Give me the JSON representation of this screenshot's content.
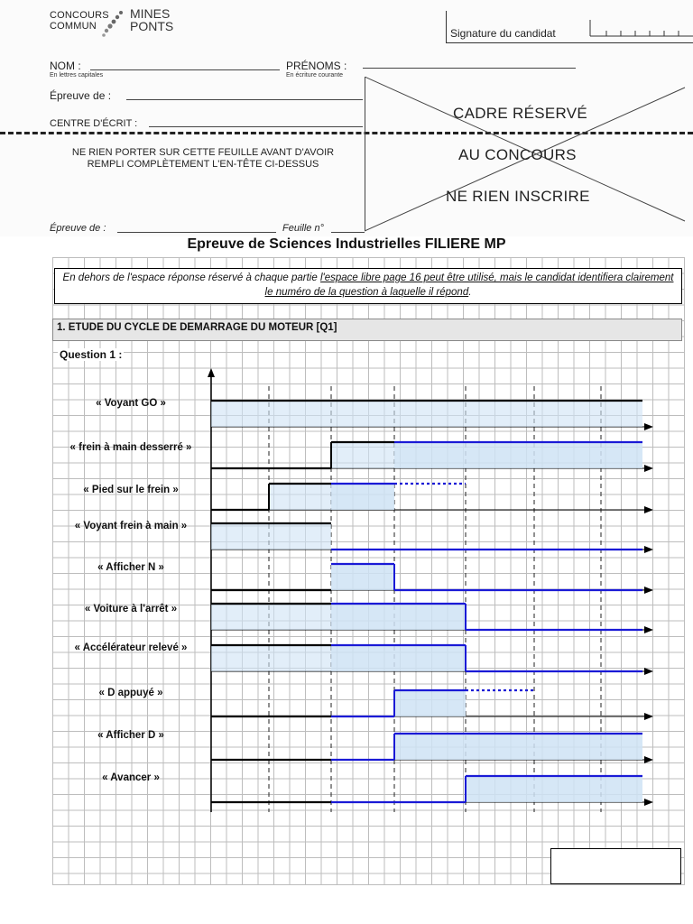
{
  "header": {
    "logo_line1": "CONCOURS",
    "logo_line2": "COMMUN",
    "logo_mines": "MINES",
    "logo_ponts": "PONTS",
    "signature_label": "Signature du candidat",
    "nom_label": "NOM :",
    "nom_sub": "En lettres capitales",
    "prenoms_label": "PRÉNOMS :",
    "prenoms_sub": "En écriture courante",
    "epreuve_label": "Épreuve de :",
    "centre_label": "CENTRE D'ÉCRIT :",
    "warning_line1": "NE RIEN PORTER SUR CETTE FEUILLE AVANT D'AVOIR",
    "warning_line2": "REMPLI COMPLÈTEMENT L'EN-TÊTE CI-DESSUS",
    "cadre_line1": "CADRE RÉSERVÉ",
    "cadre_line2": "AU CONCOURS",
    "cadre_line3": "NE RIEN INSCRIRE",
    "epreuve_bottom_label": "Épreuve de :",
    "feuille_label": "Feuille n°"
  },
  "title": "Epreuve de Sciences Industrielles FILIERE MP",
  "note": {
    "part1": "En dehors de l'espace réponse réservé à chaque partie ",
    "part2": "l'espace libre page 16 peut être utilisé, mais le candidat identifiera clairement le numéro de la question à laquelle il répond",
    "part3": "."
  },
  "section_title": "1. ETUDE DU CYCLE DE DEMARRAGE DU MOTEUR [Q1]",
  "question_label": "Question 1 :",
  "chart_data": {
    "type": "timing-diagram",
    "time_steps": 7,
    "signals": [
      {
        "name": "« Voyant GO »",
        "printed_levels": [
          1,
          1,
          1,
          1,
          1,
          1,
          1
        ],
        "answer_levels": []
      },
      {
        "name": "« frein à main desserré »",
        "printed_levels": [
          0,
          0,
          1,
          null,
          null,
          null,
          null
        ],
        "answer_levels": [
          null,
          null,
          null,
          1,
          1,
          1,
          1
        ]
      },
      {
        "name": "« Pied sur le frein »",
        "printed_levels": [
          0,
          1,
          null,
          null,
          null,
          null,
          null
        ],
        "answer_levels": [
          null,
          null,
          1,
          "dotted",
          null,
          null,
          null
        ]
      },
      {
        "name": "« Voyant frein à main »",
        "printed_levels": [
          1,
          1,
          null,
          null,
          null,
          null,
          null
        ],
        "answer_levels": [
          null,
          null,
          0,
          0,
          0,
          0,
          0
        ]
      },
      {
        "name": "« Afficher N »",
        "printed_levels": [
          0,
          0,
          null,
          null,
          null,
          null,
          null
        ],
        "answer_levels": [
          null,
          null,
          1,
          0,
          0,
          0,
          0
        ]
      },
      {
        "name": "« Voiture à l'arrêt »",
        "printed_levels": [
          1,
          1,
          null,
          null,
          null,
          null,
          null
        ],
        "answer_levels": [
          null,
          null,
          1,
          1,
          0,
          0,
          0
        ]
      },
      {
        "name": "« Accélérateur relevé »",
        "printed_levels": [
          1,
          1,
          null,
          null,
          null,
          null,
          null
        ],
        "answer_levels": [
          null,
          null,
          1,
          1,
          0,
          0,
          0
        ]
      },
      {
        "name": "« D appuyé »",
        "printed_levels": [
          0,
          0,
          null,
          null,
          null,
          null,
          null
        ],
        "answer_levels": [
          null,
          null,
          0,
          1,
          "dotted",
          null,
          null
        ]
      },
      {
        "name": "« Afficher D »",
        "printed_levels": [
          0,
          0,
          null,
          null,
          null,
          null,
          null
        ],
        "answer_levels": [
          null,
          null,
          0,
          1,
          1,
          1,
          1
        ]
      },
      {
        "name": "« Avancer »",
        "printed_levels": [
          0,
          0,
          null,
          null,
          null,
          null,
          null
        ],
        "answer_levels": [
          null,
          null,
          0,
          0,
          1,
          1,
          1
        ]
      }
    ],
    "colors": {
      "printed": "#000000",
      "answer": "#1a1ad6",
      "fill": "#cfe3f5",
      "grid": "#bdbdbd"
    }
  }
}
